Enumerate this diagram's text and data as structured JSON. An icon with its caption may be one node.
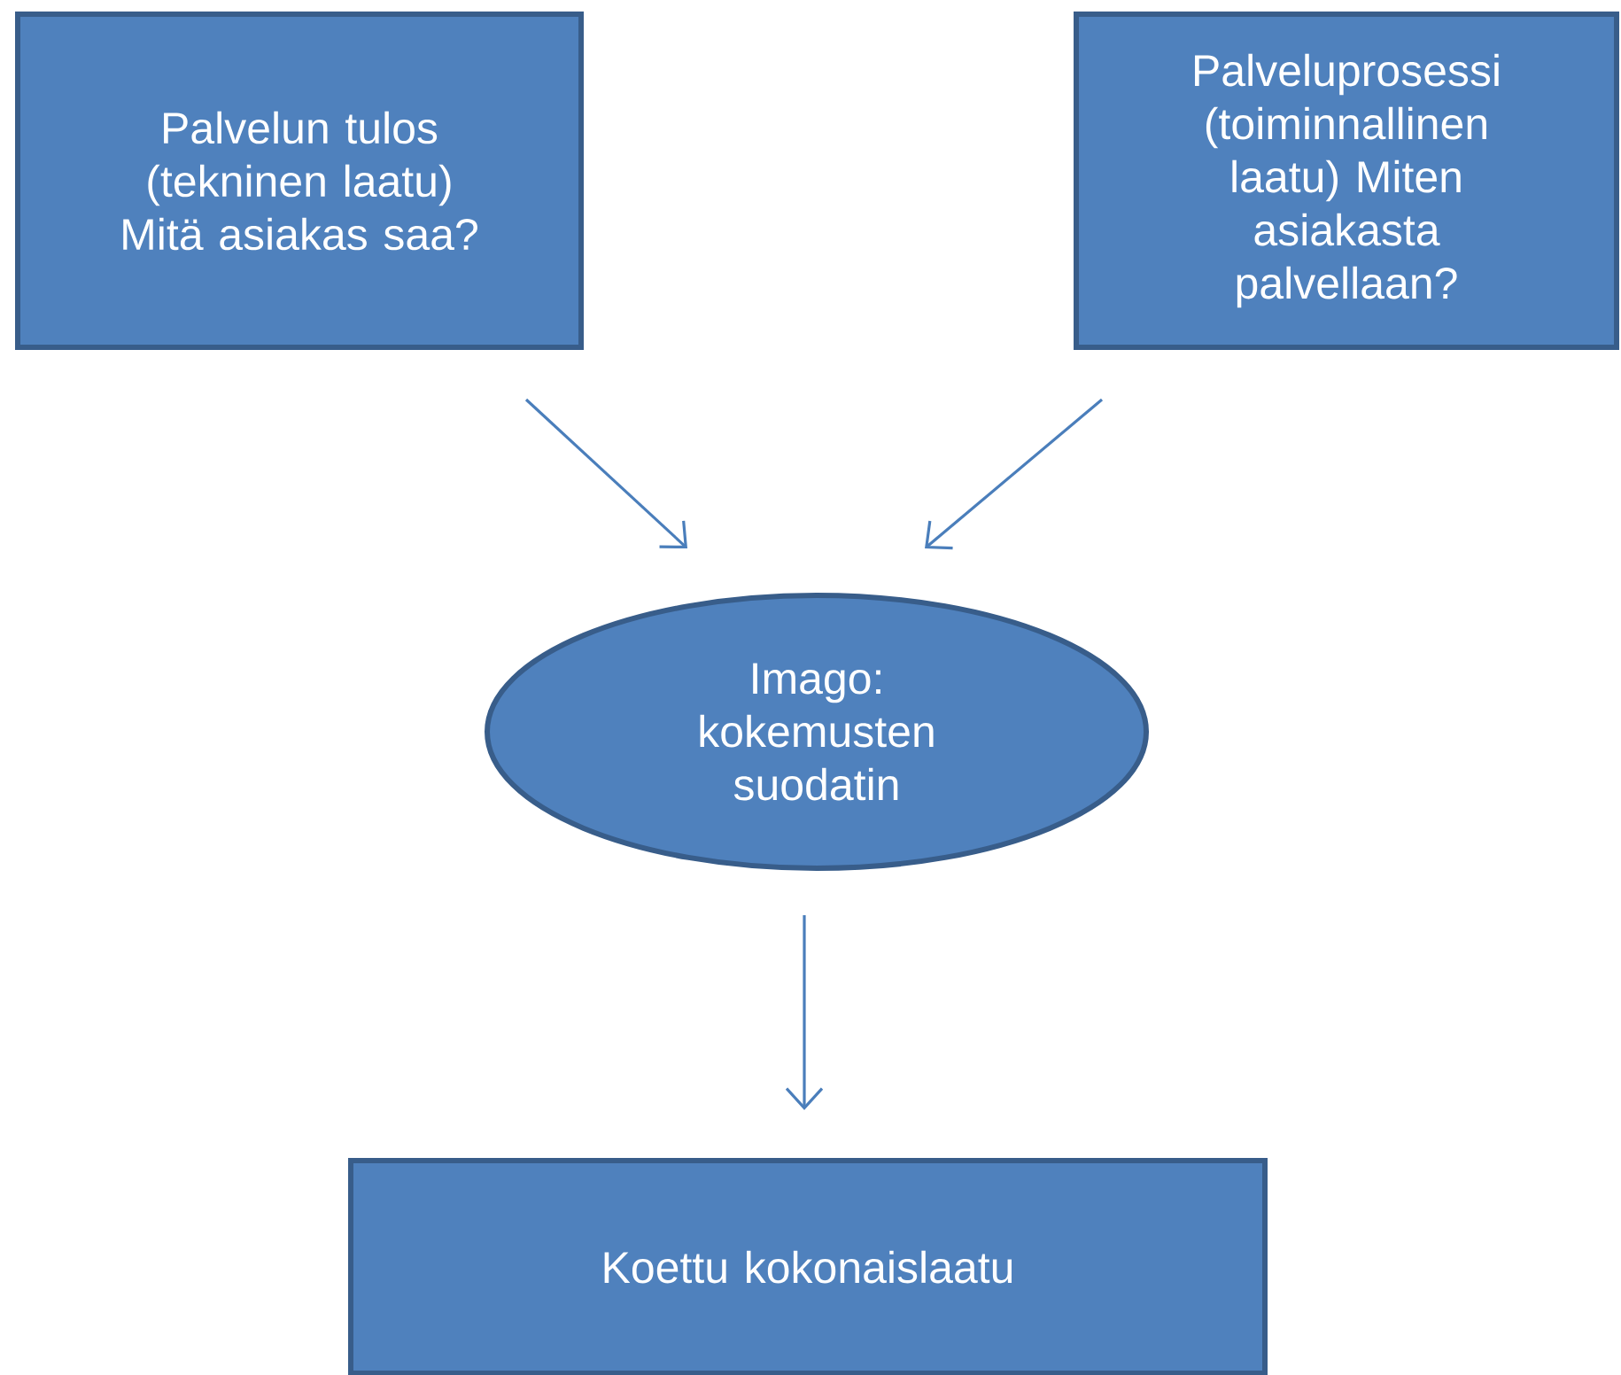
{
  "diagram": {
    "nodes": [
      {
        "text": [
          "Palvelun tulos (tekninen laatu) Mitä asiakas saa?"
        ]
      },
      {
        "text": [
          "Palveluprosessi (toiminnallinen laatu) Miten asiakasta palvellaan?"
        ]
      },
      {
        "text": [
          "Imago: kokemusten suodatin"
        ]
      },
      {
        "text": [
          "Koettu kokonaislaatu"
        ]
      }
    ],
    "edges": [
      {
        "from": 0,
        "to": 2,
        "arrow": "to"
      },
      {
        "from": 1,
        "to": 2,
        "arrow": "to"
      },
      {
        "from": 2,
        "to": 3,
        "arrow": "to"
      }
    ]
  }
}
